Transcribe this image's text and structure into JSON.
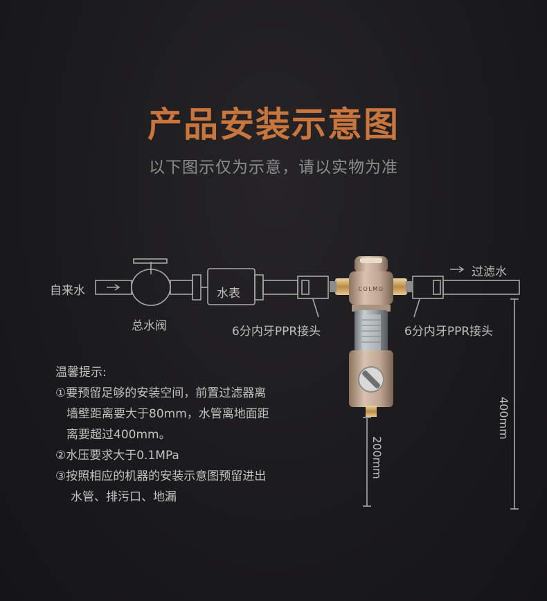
{
  "title": "产品安装示意图",
  "subtitle": "以下图示仅为示意，请以实物为准",
  "diagram": {
    "inlet_label": "自来水",
    "valve_label": "总水阀",
    "meter_label": "水表",
    "connector_left_label": "6分内牙PPR接头",
    "connector_right_label": "6分内牙PPR接头",
    "outlet_label": "过滤水",
    "brand": "COLMO",
    "dim_200": "200mm",
    "dim_400": "400mm"
  },
  "tips": {
    "heading": "温馨提示:",
    "line1": "①要预留足够的安装空间，前置过滤器离",
    "line1b": "墙壁距离要大于80mm，水管离地面距",
    "line1c": "离要超过400mm。",
    "line2": "②水压要求大于0.1MPa",
    "line3": "③按照相应的机器的安装示意图预留进出",
    "line3b": "水管、排污口、地漏"
  },
  "colors": {
    "accent": "#c8753e",
    "background": "#1b1a1c",
    "line": "#a9a9a9"
  }
}
